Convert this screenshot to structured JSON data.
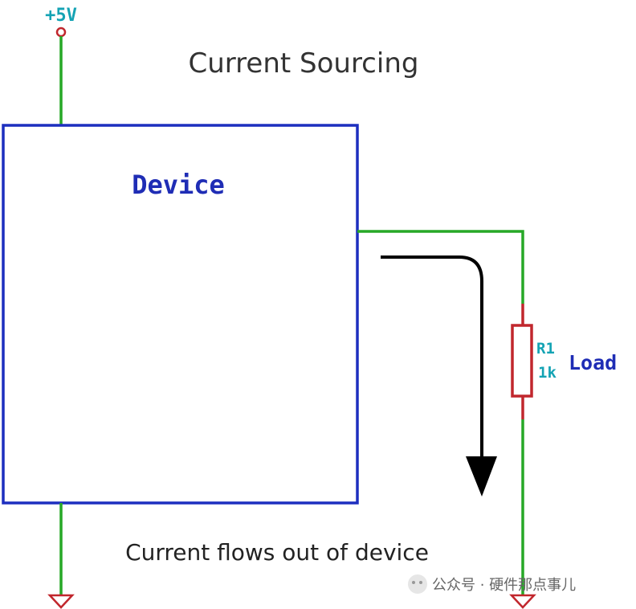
{
  "title": "Current Sourcing",
  "caption": "Current flows out of device",
  "supply": {
    "label": "+5V"
  },
  "device": {
    "label": "Device"
  },
  "resistor": {
    "ref": "R1",
    "value": "1k"
  },
  "load": {
    "label": "Load"
  },
  "watermark": {
    "text": "公众号 · 硬件那点事儿"
  },
  "colors": {
    "wire": "#27a827",
    "device_border": "#1d2fbf",
    "device_text": "#1f2db5",
    "resistor": "#c1272d",
    "supply_text": "#14a3b4",
    "ground": "#c1272d",
    "arrow": "#000000"
  }
}
